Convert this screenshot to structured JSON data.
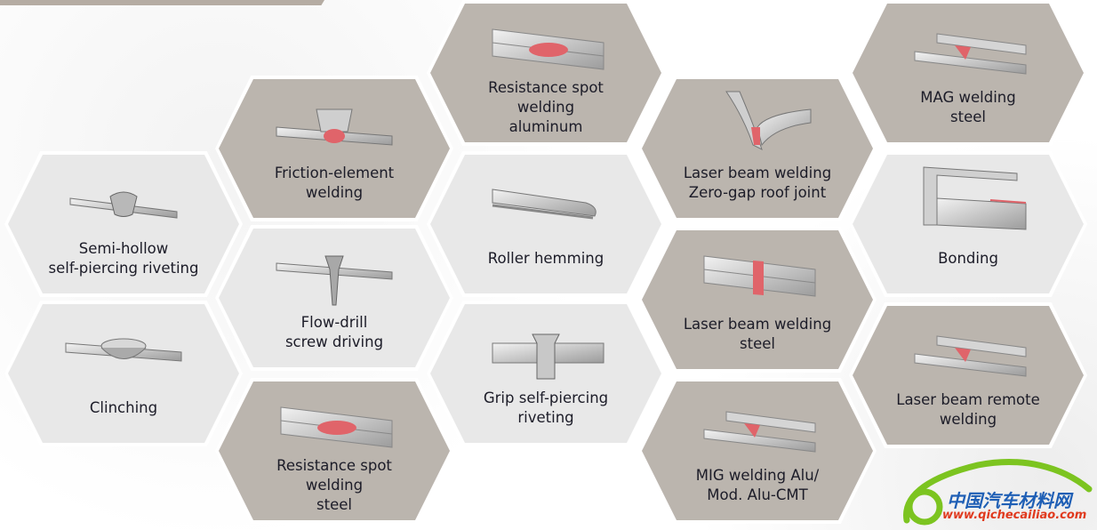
{
  "colors": {
    "taupe": "#bbb5ae",
    "light": "#e8e8e8",
    "weld": "#e0646a",
    "text": "#1c1c28"
  },
  "tiles": [
    {
      "id": "semi-hollow-self-piercing-riveting",
      "lines": [
        "Semi-hollow",
        "self-piercing riveting"
      ],
      "tone": "light",
      "icon": "rivet"
    },
    {
      "id": "clinching",
      "lines": [
        "Clinching"
      ],
      "tone": "light",
      "icon": "clinch"
    },
    {
      "id": "friction-element-welding",
      "lines": [
        "Friction-element",
        "welding"
      ],
      "tone": "taupe",
      "icon": "friction"
    },
    {
      "id": "flow-drill-screw-driving",
      "lines": [
        "Flow-drill",
        "screw driving"
      ],
      "tone": "light",
      "icon": "screw"
    },
    {
      "id": "resistance-spot-welding-steel",
      "lines": [
        "Resistance spot",
        "welding",
        "steel"
      ],
      "tone": "taupe",
      "icon": "spot"
    },
    {
      "id": "resistance-spot-welding-aluminum",
      "lines": [
        "Resistance spot",
        "welding",
        "aluminum"
      ],
      "tone": "taupe",
      "icon": "spot"
    },
    {
      "id": "roller-hemming",
      "lines": [
        "Roller hemming"
      ],
      "tone": "light",
      "icon": "hem"
    },
    {
      "id": "grip-self-piercing-riveting",
      "lines": [
        "Grip self-piercing",
        "riveting"
      ],
      "tone": "light",
      "icon": "grip"
    },
    {
      "id": "laser-beam-welding-zero-gap-roof-joint",
      "lines": [
        "Laser beam welding",
        "Zero-gap roof joint"
      ],
      "tone": "taupe",
      "icon": "roof"
    },
    {
      "id": "laser-beam-welding-steel",
      "lines": [
        "Laser beam welding",
        "steel"
      ],
      "tone": "taupe",
      "icon": "laser"
    },
    {
      "id": "mig-welding-alu",
      "lines": [
        "MIG welding Alu/",
        "Mod. Alu-CMT"
      ],
      "tone": "taupe",
      "icon": "fillet"
    },
    {
      "id": "mag-welding-steel",
      "lines": [
        "MAG welding",
        "steel"
      ],
      "tone": "taupe",
      "icon": "fillet"
    },
    {
      "id": "bonding",
      "lines": [
        "Bonding"
      ],
      "tone": "light",
      "icon": "bond"
    },
    {
      "id": "laser-beam-remote-welding",
      "lines": [
        "Laser beam remote",
        "welding"
      ],
      "tone": "taupe",
      "icon": "fillet"
    }
  ],
  "logo": {
    "chinese": "中国汽车材料网",
    "url": "www.qichecailiao.com"
  }
}
